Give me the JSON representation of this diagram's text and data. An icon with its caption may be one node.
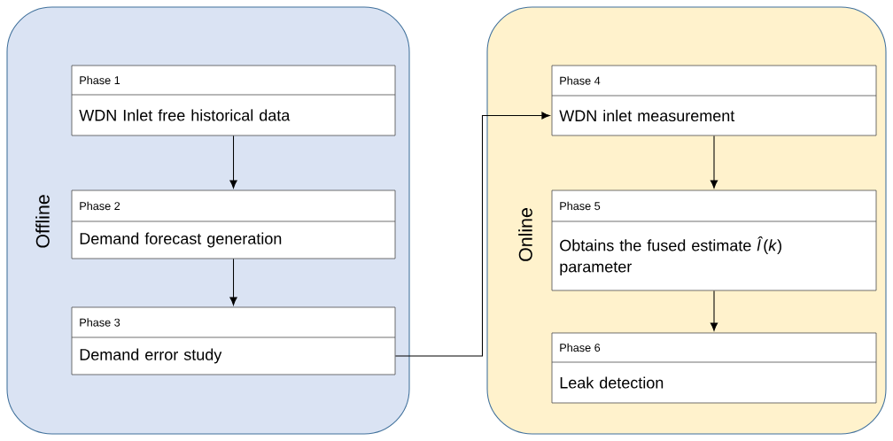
{
  "diagram": {
    "nodes": [
      {
        "text": [
          "Offline"
        ]
      },
      {
        "text": [
          "Phase 1",
          "WDN Inlet free historical data"
        ],
        "in": 0
      },
      {
        "text": [
          "Phase 2",
          "Demand forecast generation"
        ],
        "in": 0
      },
      {
        "text": [
          "Phase 3",
          "Demand error study"
        ],
        "in": 0
      },
      {
        "text": [
          "Online"
        ]
      },
      {
        "text": [
          "Phase 4",
          "WDN inlet measurement"
        ],
        "in": 4
      },
      {
        "text": [
          "Phase 5",
          "Obtains the fused estimate *l̂*(*k*) parameter"
        ],
        "in": 4
      },
      {
        "text": [
          "Phase 6",
          "Leak detection"
        ],
        "in": 4
      }
    ],
    "edges": [
      {
        "from": 1,
        "to": 2,
        "arrow": "to"
      },
      {
        "from": 2,
        "to": 3,
        "arrow": "to"
      },
      {
        "from": 3,
        "to": 5,
        "arrow": "to"
      },
      {
        "from": 5,
        "to": 6,
        "arrow": "to"
      },
      {
        "from": 6,
        "to": 7,
        "arrow": "to"
      }
    ]
  }
}
